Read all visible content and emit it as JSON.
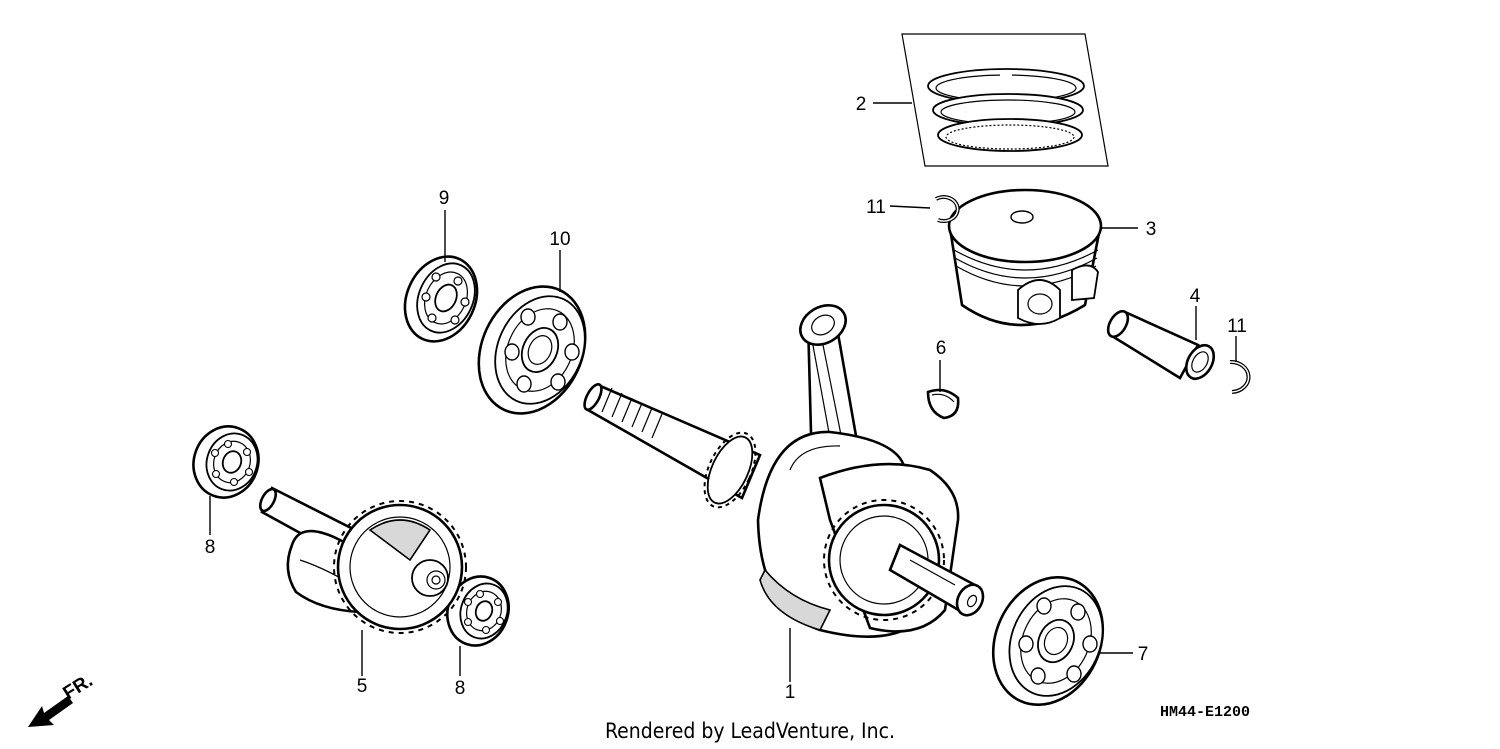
{
  "callouts": [
    {
      "id": "1",
      "text": "1"
    },
    {
      "id": "2",
      "text": "2"
    },
    {
      "id": "3",
      "text": "3"
    },
    {
      "id": "4",
      "text": "4"
    },
    {
      "id": "5",
      "text": "5"
    },
    {
      "id": "6",
      "text": "6"
    },
    {
      "id": "7",
      "text": "7"
    },
    {
      "id": "8a",
      "text": "8"
    },
    {
      "id": "8b",
      "text": "8"
    },
    {
      "id": "9",
      "text": "9"
    },
    {
      "id": "10",
      "text": "10"
    },
    {
      "id": "11a",
      "text": "11"
    },
    {
      "id": "11b",
      "text": "11"
    }
  ],
  "direction_label": "FR.",
  "diagram_code": "HM44-E1200",
  "credit": "Rendered by LeadVenture, Inc.",
  "colors": {
    "line": "#000000",
    "background": "#ffffff",
    "shade": "#d8d8d8"
  }
}
